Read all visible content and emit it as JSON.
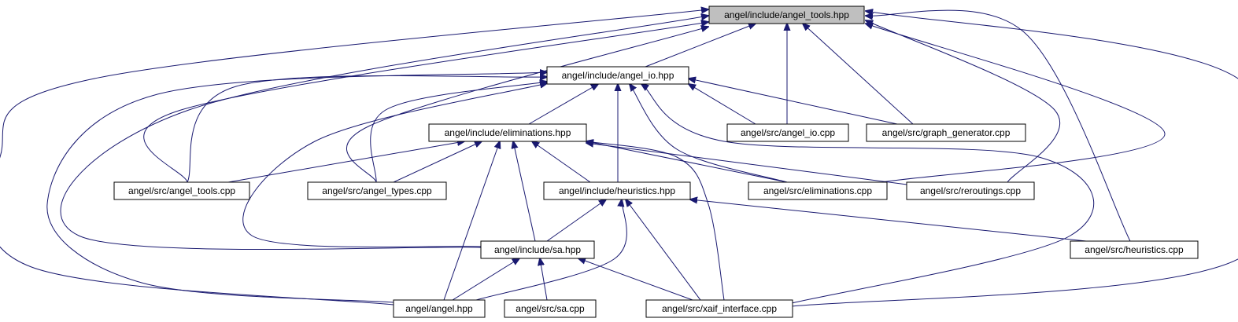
{
  "colors": {
    "edge": "#191970",
    "root_fill": "#bfbfbf",
    "node_fill": "#ffffff",
    "node_border": "#000000"
  },
  "nodes": {
    "angel_tools_hpp": {
      "label": "angel/include/angel_tools.hpp"
    },
    "angel_io_hpp": {
      "label": "angel/include/angel_io.hpp"
    },
    "eliminations_hpp": {
      "label": "angel/include/eliminations.hpp"
    },
    "angel_io_cpp": {
      "label": "angel/src/angel_io.cpp"
    },
    "graph_gen_cpp": {
      "label": "angel/src/graph_generator.cpp"
    },
    "angel_tools_cpp": {
      "label": "angel/src/angel_tools.cpp"
    },
    "angel_types_cpp": {
      "label": "angel/src/angel_types.cpp"
    },
    "heuristics_hpp": {
      "label": "angel/include/heuristics.hpp"
    },
    "eliminations_cpp": {
      "label": "angel/src/eliminations.cpp"
    },
    "reroutings_cpp": {
      "label": "angel/src/reroutings.cpp"
    },
    "sa_hpp": {
      "label": "angel/include/sa.hpp"
    },
    "heuristics_cpp": {
      "label": "angel/src/heuristics.cpp"
    },
    "angel_hpp": {
      "label": "angel/angel.hpp"
    },
    "sa_cpp": {
      "label": "angel/src/sa.cpp"
    },
    "xaif_cpp": {
      "label": "angel/src/xaif_interface.cpp"
    }
  },
  "edges": [
    {
      "from": "angel_io_hpp",
      "to": "angel_tools_hpp"
    },
    {
      "from": "angel_io_cpp",
      "to": "angel_tools_hpp"
    },
    {
      "from": "graph_gen_cpp",
      "to": "angel_tools_hpp"
    },
    {
      "from": "angel_tools_cpp",
      "to": "angel_tools_hpp"
    },
    {
      "from": "angel_types_cpp",
      "to": "angel_tools_hpp"
    },
    {
      "from": "eliminations_cpp",
      "to": "angel_tools_hpp"
    },
    {
      "from": "reroutings_cpp",
      "to": "angel_tools_hpp"
    },
    {
      "from": "sa_hpp",
      "to": "angel_tools_hpp"
    },
    {
      "from": "heuristics_cpp",
      "to": "angel_tools_hpp"
    },
    {
      "from": "angel_hpp",
      "to": "angel_tools_hpp"
    },
    {
      "from": "xaif_cpp",
      "to": "angel_tools_hpp"
    },
    {
      "from": "eliminations_hpp",
      "to": "angel_io_hpp"
    },
    {
      "from": "angel_io_cpp",
      "to": "angel_io_hpp"
    },
    {
      "from": "graph_gen_cpp",
      "to": "angel_io_hpp"
    },
    {
      "from": "angel_tools_cpp",
      "to": "angel_io_hpp"
    },
    {
      "from": "angel_types_cpp",
      "to": "angel_io_hpp"
    },
    {
      "from": "heuristics_hpp",
      "to": "angel_io_hpp"
    },
    {
      "from": "eliminations_cpp",
      "to": "angel_io_hpp"
    },
    {
      "from": "sa_hpp",
      "to": "angel_io_hpp"
    },
    {
      "from": "angel_hpp",
      "to": "angel_io_hpp"
    },
    {
      "from": "xaif_cpp",
      "to": "angel_io_hpp"
    },
    {
      "from": "angel_tools_cpp",
      "to": "eliminations_hpp"
    },
    {
      "from": "angel_types_cpp",
      "to": "eliminations_hpp"
    },
    {
      "from": "heuristics_hpp",
      "to": "eliminations_hpp"
    },
    {
      "from": "eliminations_cpp",
      "to": "eliminations_hpp"
    },
    {
      "from": "reroutings_cpp",
      "to": "eliminations_hpp"
    },
    {
      "from": "sa_hpp",
      "to": "eliminations_hpp"
    },
    {
      "from": "angel_hpp",
      "to": "eliminations_hpp"
    },
    {
      "from": "xaif_cpp",
      "to": "eliminations_hpp"
    },
    {
      "from": "sa_hpp",
      "to": "heuristics_hpp"
    },
    {
      "from": "heuristics_cpp",
      "to": "heuristics_hpp"
    },
    {
      "from": "angel_hpp",
      "to": "heuristics_hpp"
    },
    {
      "from": "xaif_cpp",
      "to": "heuristics_hpp"
    },
    {
      "from": "angel_hpp",
      "to": "sa_hpp"
    },
    {
      "from": "sa_cpp",
      "to": "sa_hpp"
    },
    {
      "from": "xaif_cpp",
      "to": "sa_hpp"
    }
  ]
}
